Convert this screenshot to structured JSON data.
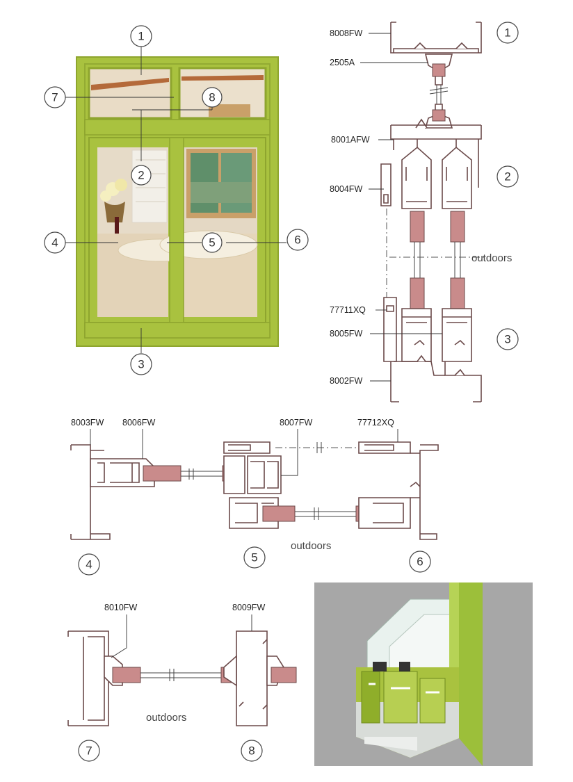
{
  "callout_numbers": [
    "1",
    "2",
    "3",
    "4",
    "5",
    "6",
    "7",
    "8"
  ],
  "vertical_section": {
    "labels": [
      "8008FW",
      "2505A",
      "8001AFW",
      "8004FW",
      "77711XQ",
      "8005FW",
      "8002FW"
    ],
    "outdoors": "outdoors"
  },
  "horizontal_section": {
    "labels": [
      "8003FW",
      "8006FW",
      "8007FW",
      "77712XQ"
    ],
    "outdoors": "outdoors"
  },
  "transom_section": {
    "labels": [
      "8010FW",
      "8009FW"
    ],
    "outdoors": "outdoors"
  },
  "colors": {
    "frame_green": "#a9c23f",
    "frame_green_dark": "#8ea52e",
    "profile_stroke": "#6b4a4a",
    "seal_fill": "#c98b8b",
    "render_background": "#a7a7a7"
  },
  "photo": {
    "subject": "sliding window with transom"
  },
  "render": {
    "subject": "window profile corner render"
  }
}
